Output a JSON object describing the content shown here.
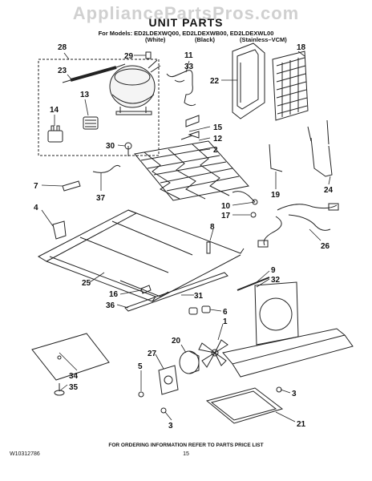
{
  "watermark": "AppliancePartsPros.com",
  "title": "UNIT PARTS",
  "models_line": "For Models: ED2LDEXWQ00, ED2LDEXWB00, ED2LDEXWL00",
  "variants": [
    "(White)",
    "(Black)",
    "(Stainless–VCM)"
  ],
  "callouts": [
    "28",
    "29",
    "11",
    "33",
    "18",
    "23",
    "22",
    "13",
    "14",
    "15",
    "30",
    "12",
    "2",
    "7",
    "37",
    "19",
    "24",
    "10",
    "4",
    "17",
    "8",
    "26",
    "25",
    "9",
    "32",
    "16",
    "31",
    "36",
    "6",
    "1",
    "20",
    "27",
    "5",
    "34",
    "35",
    "3",
    "21",
    "3"
  ],
  "footer": "FOR ORDERING INFORMATION REFER TO PARTS PRICE LIST",
  "doc_number": "W10312786",
  "page_number": "15"
}
